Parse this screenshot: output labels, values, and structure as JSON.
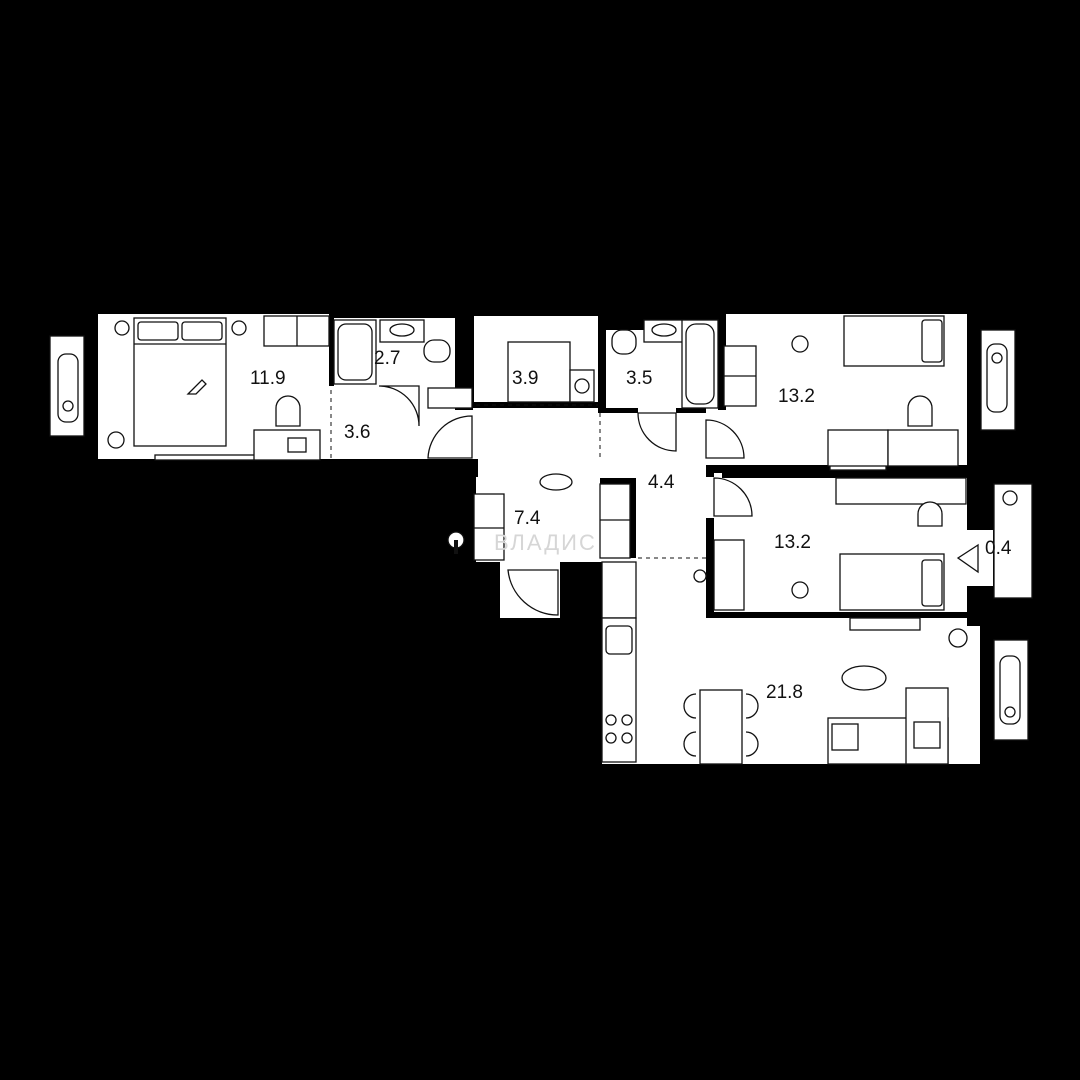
{
  "rooms": {
    "bedroom_left": "11.9",
    "bathroom_left": "2.7",
    "hall_left": "3.6",
    "storage": "3.9",
    "bathroom_right": "3.5",
    "bedroom_top_right": "13.2",
    "entry_hall": "7.4",
    "corridor": "4.4",
    "bedroom_mid_right": "13.2",
    "balcony": "0.4",
    "kitchen_living": "21.8"
  },
  "watermark": "ВЛАДИС",
  "colors": {
    "background": "#000000",
    "floor": "#ffffff",
    "wall": "#000000",
    "line": "#111111"
  },
  "icons": [
    "bed-icon",
    "cat-icon",
    "plant-icon",
    "chair-icon",
    "desk-icon",
    "bathtub-icon",
    "sink-icon",
    "toilet-icon",
    "meter-icon",
    "mouse-icon",
    "stove-icon",
    "fridge-icon",
    "dining-table-icon",
    "sofa-icon",
    "window-icon",
    "entrance-door-icon"
  ]
}
